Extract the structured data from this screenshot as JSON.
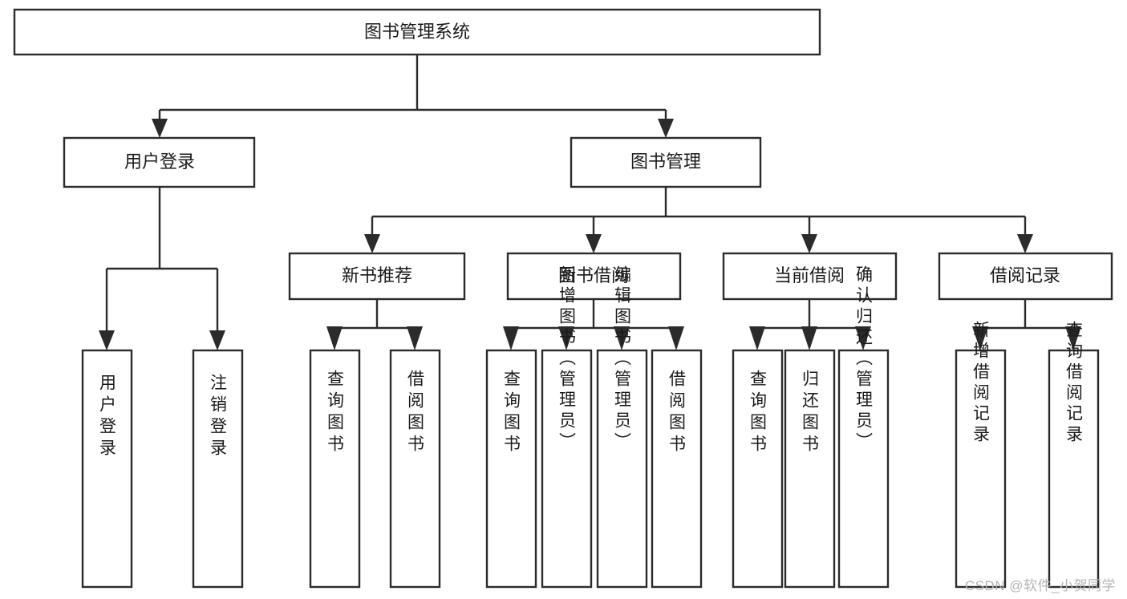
{
  "diagram": {
    "type": "tree-hierarchy",
    "title": "图书管理系统",
    "root": {
      "label": "图书管理系统",
      "id": "root"
    },
    "level1": [
      {
        "id": "user-login",
        "label": "用户登录"
      },
      {
        "id": "book-manage",
        "label": "图书管理"
      }
    ],
    "level2": [
      {
        "id": "new-book-recommend",
        "label": "新书推荐",
        "parent": "book-manage"
      },
      {
        "id": "book-borrow",
        "label": "图书借阅",
        "parent": "book-manage"
      },
      {
        "id": "current-borrow",
        "label": "当前借阅",
        "parent": "book-manage"
      },
      {
        "id": "borrow-record",
        "label": "借阅记录",
        "parent": "book-manage"
      }
    ],
    "leaves": {
      "user-login": [
        {
          "id": "leaf-user-login",
          "label": "用户登录"
        },
        {
          "id": "leaf-logout",
          "label": "注销登录"
        }
      ],
      "new-book-recommend": [
        {
          "id": "leaf-query-book-1",
          "label": "查询图书"
        },
        {
          "id": "leaf-borrow-book-1",
          "label": "借阅图书"
        }
      ],
      "book-borrow": [
        {
          "id": "leaf-query-book-2",
          "label": "查询图书"
        },
        {
          "id": "leaf-add-book",
          "label": "新增图书（管理员）"
        },
        {
          "id": "leaf-edit-book",
          "label": "编辑图书（管理员）"
        },
        {
          "id": "leaf-borrow-book-2",
          "label": "借阅图书"
        }
      ],
      "current-borrow": [
        {
          "id": "leaf-query-book-3",
          "label": "查询图书"
        },
        {
          "id": "leaf-return-book",
          "label": "归还图书"
        },
        {
          "id": "leaf-confirm-return",
          "label": "确认归还（管理员）"
        }
      ],
      "borrow-record": [
        {
          "id": "leaf-add-record",
          "label": "新增借阅记录"
        },
        {
          "id": "leaf-query-record",
          "label": "查询借阅记录"
        }
      ]
    }
  },
  "watermark": {
    "text": "CSDN @软件_小贺同学"
  },
  "colors": {
    "stroke": "#2b2b2b",
    "fill": "#ffffff",
    "text": "#1a1a1a",
    "watermark": "#b4b4b4"
  }
}
